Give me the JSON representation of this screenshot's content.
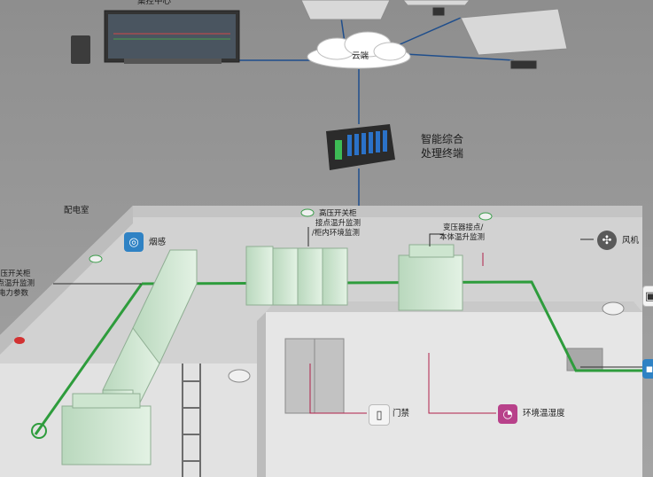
{
  "labels": {
    "control_center": "集控中心",
    "cloud": "云端",
    "terminal": [
      "智能综合",
      "处理终端"
    ],
    "room": "配电室",
    "hv_cabinet": [
      "高压开关柜",
      "接点温升监测",
      "/柜内环境监测"
    ],
    "left_cabinet": [
      "高压开关柜",
      "接点温升监测",
      "电力参数"
    ],
    "transformer": [
      "变压器接点/",
      "本体温升监测"
    ],
    "smoke": "烟感",
    "fan": "风机",
    "door": "门禁",
    "env": "环境温湿度"
  },
  "icons": {
    "smoke": "smoke-detector-icon",
    "fan": "fan-icon",
    "door": "door-access-icon",
    "env": "thermometer-gauge-icon"
  },
  "colors": {
    "background": "#9a9a9a",
    "room_floor": "#dcdcdc",
    "wall": "#c8c8c8",
    "green_cable": "#2e9c3c",
    "network_line": "#1f4e8c",
    "red_leader": "#b0204a",
    "icon_blue": "#2f82c4",
    "icon_magenta": "#b8418a"
  }
}
